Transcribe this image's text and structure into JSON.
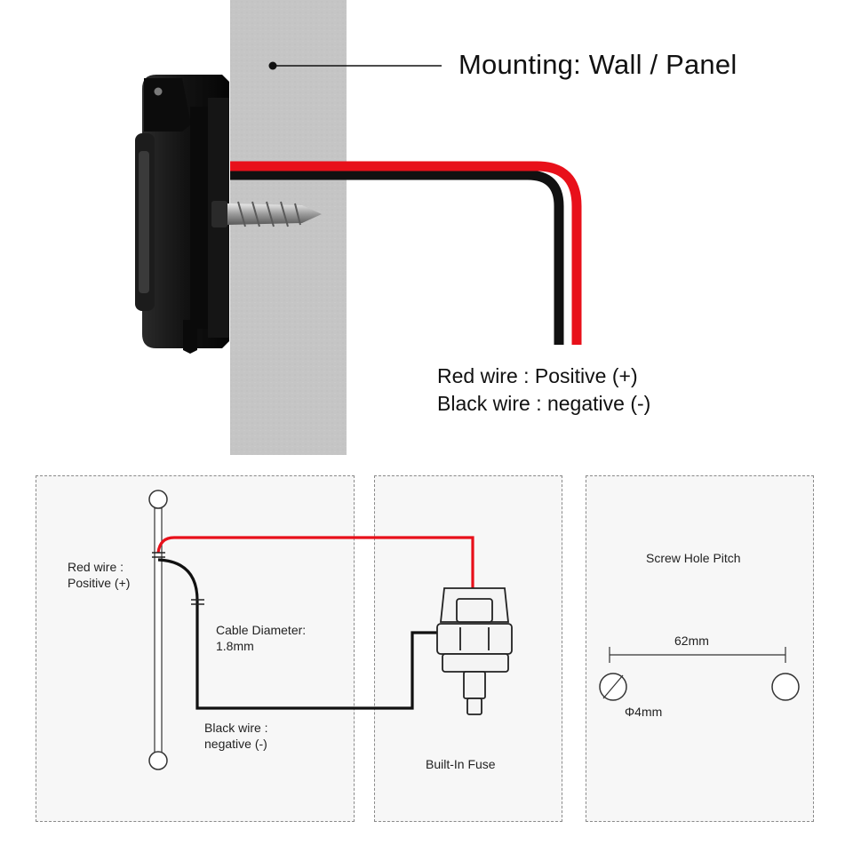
{
  "top": {
    "mounting_label": "Mounting: Wall / Panel",
    "red_wire_label": "Red wire : Positive (+)",
    "black_wire_label": "Black wire : negative (-)"
  },
  "wiring_panel": {
    "red_label_line1": "Red wire :",
    "red_label_line2": "Positive (+)",
    "cable_label_line1": "Cable Diameter:",
    "cable_label_line2": "1.8mm",
    "black_label_line1": "Black wire :",
    "black_label_line2": "negative (-)"
  },
  "fuse_panel": {
    "label": "Built-In Fuse"
  },
  "screw_panel": {
    "title": "Screw Hole Pitch",
    "pitch_label": "62mm",
    "hole_label": "Φ4mm"
  },
  "colors": {
    "red_wire": "#e8101a",
    "black_wire": "#111111",
    "wall": "#c4c4c4",
    "device": "#1a1a1a"
  }
}
